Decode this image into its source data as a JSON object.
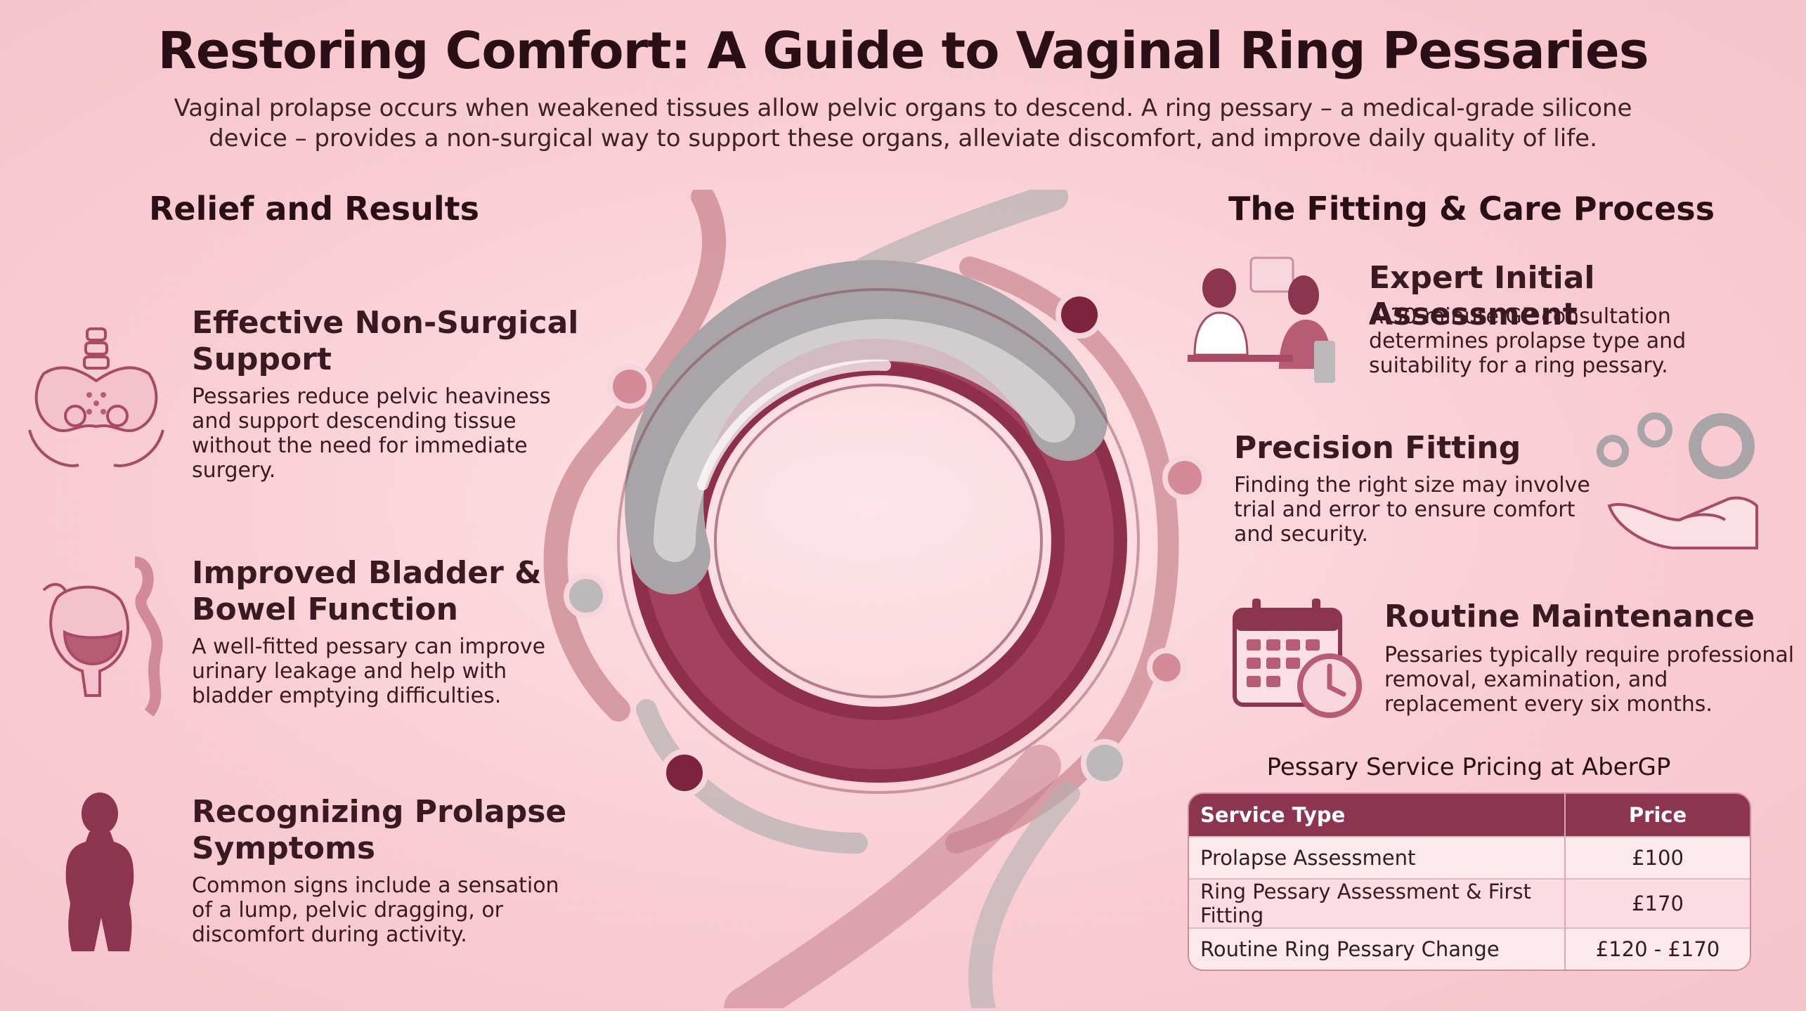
{
  "header": {
    "title": "Restoring Comfort: A Guide to Vaginal Ring Pessaries",
    "subtitle": "Vaginal prolapse occurs when weakened tissues allow pelvic organs to descend. A ring pessary – a medical-grade silicone device – provides a non-surgical way to support these organs, alleviate discomfort, and improve daily quality of life."
  },
  "left": {
    "section_title": "Relief and Results",
    "items": [
      {
        "title_1": "Effective Non-Surgical",
        "title_2": "Support",
        "desc": [
          "Pessaries reduce pelvic heaviness",
          "and support descending tissue",
          "without the need for immediate",
          "surgery."
        ],
        "icon": "pelvis-icon"
      },
      {
        "title_1": "Improved Bladder &",
        "title_2": "Bowel Function",
        "desc": [
          "A well-fitted pessary can improve",
          "urinary leakage and help with",
          "bladder emptying difficulties."
        ],
        "icon": "bladder-bowel-icon"
      },
      {
        "title_1": "Recognizing Prolapse",
        "title_2": "Symptoms",
        "desc": [
          "Common signs include a sensation",
          "of a lump, pelvic dragging, or",
          "discomfort during activity."
        ],
        "icon": "female-silhouette-icon"
      }
    ]
  },
  "right": {
    "section_title": "The Fitting & Care Process",
    "items": [
      {
        "title": "Expert Initial Assessment",
        "desc": [
          "A 30-minute GP consultation",
          "determines prolapse type and",
          "suitability for a ring pessary."
        ],
        "icon": "consultation-icon"
      },
      {
        "title": "Precision Fitting",
        "desc": [
          "Finding the right size may involve",
          "trial and error to ensure comfort",
          "and security."
        ],
        "icon": "rings-hand-icon"
      },
      {
        "title": "Routine Maintenance",
        "desc": [
          "Pessaries typically require professional",
          "removal, examination, and",
          "replacement every six months."
        ],
        "icon": "calendar-clock-icon"
      }
    ]
  },
  "pricing": {
    "title": "Pessary Service Pricing at AberGP",
    "headers": [
      "Service Type",
      "Price"
    ],
    "rows": [
      [
        "Prolapse Assessment",
        "£100"
      ],
      [
        "Ring Pessary Assessment & First Fitting",
        "£170"
      ],
      [
        "Routine Ring Pessary Change",
        "£120 - £170"
      ]
    ]
  },
  "colors": {
    "accent": "#8d3450",
    "ring_maroon": "#9a3a55",
    "ring_grey": "#b9b3b6",
    "background": "#f9cdd4"
  }
}
